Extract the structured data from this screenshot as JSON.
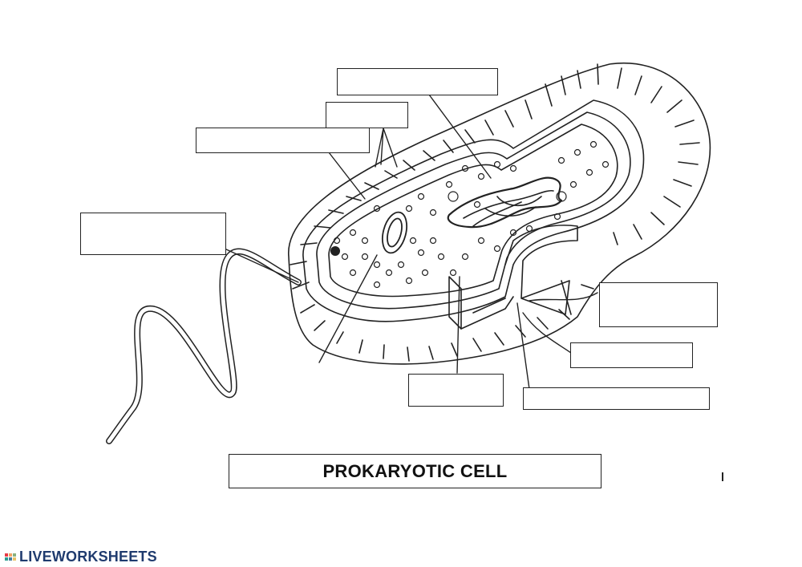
{
  "title": "PROKARYOTIC CELL",
  "brand": {
    "name": "LIVEWORKSHEETS",
    "logo_icon": "liveworksheets-logo-icon"
  },
  "label_boxes": [
    {
      "id": "label-box-top",
      "value": ""
    },
    {
      "id": "label-box-upper-middle",
      "value": ""
    },
    {
      "id": "label-box-upper-left",
      "value": ""
    },
    {
      "id": "label-box-left",
      "value": ""
    },
    {
      "id": "label-box-right-upper",
      "value": ""
    },
    {
      "id": "label-box-right-middle",
      "value": ""
    },
    {
      "id": "label-box-bottom-center",
      "value": ""
    },
    {
      "id": "label-box-bottom-right",
      "value": ""
    }
  ],
  "colors": {
    "line": "#222222",
    "brand": "#1f3b6e"
  }
}
